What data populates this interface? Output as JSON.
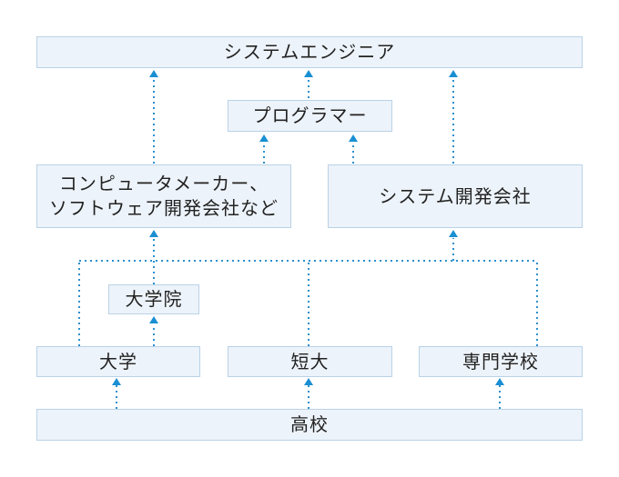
{
  "nodes": {
    "system_engineer": "システムエンジニア",
    "programmer": "プログラマー",
    "maker_line1": "コンピュータメーカー、",
    "maker_line2": "ソフトウェア開発会社など",
    "system_company": "システム開発会社",
    "graduate_school": "大学院",
    "university": "大学",
    "junior_college": "短大",
    "vocational_school": "専門学校",
    "high_school": "高校"
  },
  "colors": {
    "node_fill": "#edf3fa",
    "node_border": "#b9d2e8",
    "connector": "#2c8fcf",
    "arrowhead": "#1a8fd3"
  }
}
